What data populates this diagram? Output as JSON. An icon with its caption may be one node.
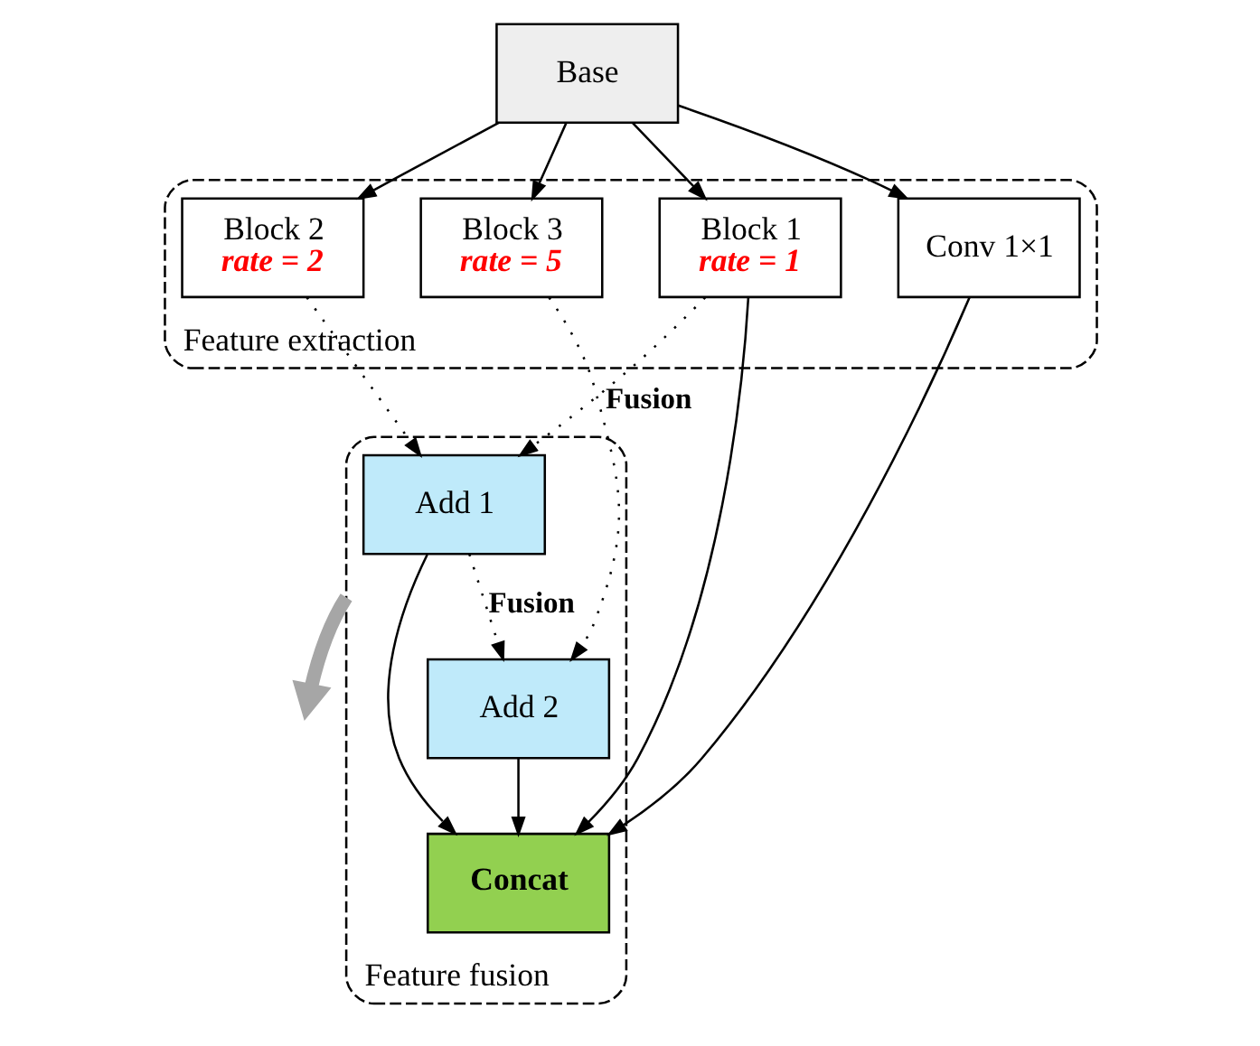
{
  "diagram": {
    "nodes": [
      {
        "text": [
          "Base"
        ]
      },
      {
        "text": [
          "Feature extraction"
        ]
      },
      {
        "text": [
          "Conv 1×1"
        ],
        "in": 1
      },
      {
        "text": [
          "Block 1",
          "rate = 1"
        ],
        "in": 1
      },
      {
        "text": [
          "Block 2",
          "rate = 2"
        ],
        "in": 1
      },
      {
        "text": [
          "Block 3",
          "rate = 5"
        ],
        "in": 1
      },
      {
        "text": [
          "Feature fusion"
        ]
      },
      {
        "text": [
          "Add 1"
        ],
        "in": 6
      },
      {
        "text": [
          "Add 2"
        ],
        "in": 6
      },
      {
        "text": [
          "Concat"
        ],
        "in": 6
      }
    ],
    "edges": [
      {
        "from": 0,
        "to": 2,
        "arrow": "to"
      },
      {
        "from": 0,
        "to": 3,
        "arrow": "to"
      },
      {
        "from": 0,
        "to": 4,
        "arrow": "to"
      },
      {
        "from": 0,
        "to": 5,
        "arrow": "to"
      },
      {
        "from": 3,
        "to": 7,
        "arrow": "to",
        "style": "dashed",
        "label": "Fusion"
      },
      {
        "from": 4,
        "to": 7,
        "arrow": "to",
        "style": "dashed"
      },
      {
        "from": 7,
        "to": 8,
        "arrow": "to",
        "style": "dashed",
        "label": "Fusion"
      },
      {
        "from": 5,
        "to": 8,
        "arrow": "to",
        "style": "dashed"
      },
      {
        "from": 2,
        "to": 9,
        "arrow": "to"
      },
      {
        "from": 3,
        "to": 9,
        "arrow": "to"
      },
      {
        "from": 7,
        "to": 9,
        "arrow": "to"
      },
      {
        "from": 8,
        "to": 9,
        "arrow": "to"
      },
      {
        "from": 6,
        "to": null,
        "arrow": "to",
        "style": "thick",
        "color": "#a6a6a6"
      }
    ]
  }
}
